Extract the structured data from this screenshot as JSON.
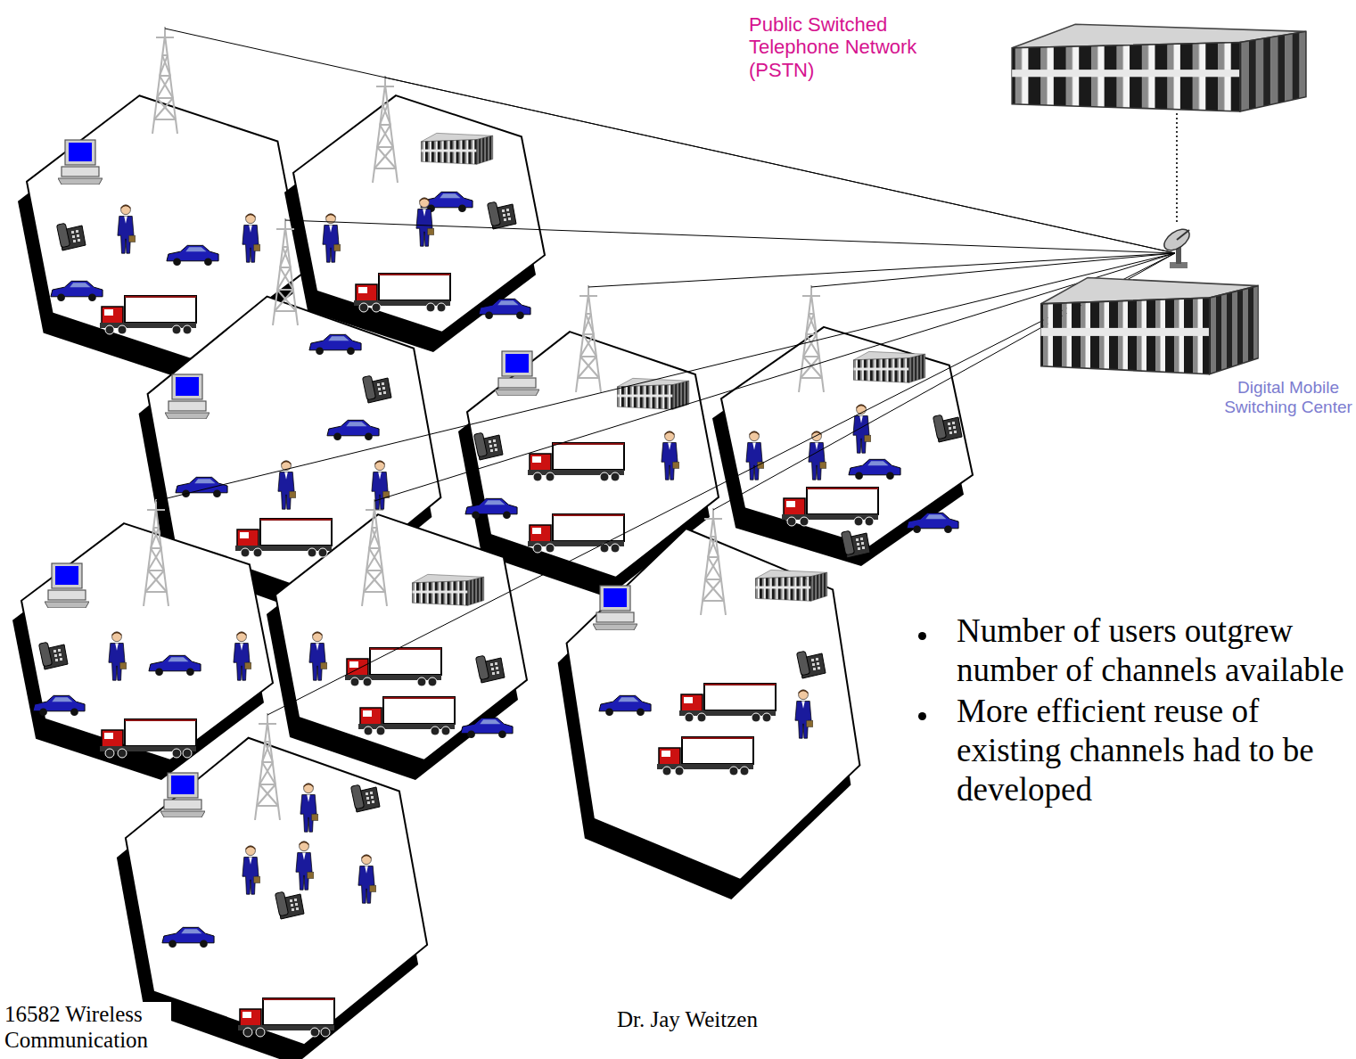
{
  "diagram": {
    "nodes": [
      {
        "text": [
          "Public Switched Telephone Network (PSTN)"
        ]
      },
      {
        "text": [
          "Digital Mobile Switching Center"
        ]
      }
    ],
    "edges": [
      {
        "from": 0,
        "to": 1,
        "arrow": "none"
      }
    ],
    "labels": [
      "Number of users outgrew number of channels available",
      "More efficient reuse of existing channels had to be developed",
      "16582 Wireless Communication",
      "Dr. Jay Weitzen"
    ]
  }
}
